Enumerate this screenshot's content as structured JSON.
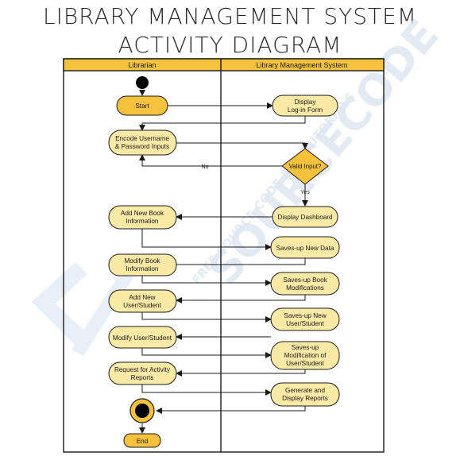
{
  "title": {
    "line1": "LIBRARY MANAGEMENT SYSTEM",
    "line2": "ACTIVITY DIAGRAM"
  },
  "lanes": {
    "left": "Librarian",
    "right": "Library Management System"
  },
  "watermark": {
    "brand": "SOURCECODE",
    "tagline": "FREE SOURCE CODE AND TUTORIALS"
  },
  "nodes": {
    "start": "Start",
    "display_login": "Display Log-in Form",
    "encode": "Encode Username & Password Inputs",
    "valid": "Valid Input?",
    "display_dashboard": "Display Dashboard",
    "add_book": "Add New Book Information",
    "saves_data": "Saves-up New Data",
    "modify_book": "Modify Book Information",
    "saves_book_mod": "Saves-up Book Modifications",
    "add_user": "Add New User/Student",
    "saves_user": "Saves-up New User/Student",
    "modify_user": "Modify User/Student",
    "saves_user_mod": "Saves-up Modification of User/Student",
    "request_reports": "Request for Activity Reports",
    "generate_reports": "Generate and Display Reports",
    "end": "End"
  },
  "edge_labels": {
    "no": "No",
    "yes": "Yes"
  },
  "colors": {
    "fill": "#fbe9a6",
    "dark_fill": "#f6c23e",
    "stroke": "#1a1a1a",
    "lane_header": "#f6c23e"
  }
}
